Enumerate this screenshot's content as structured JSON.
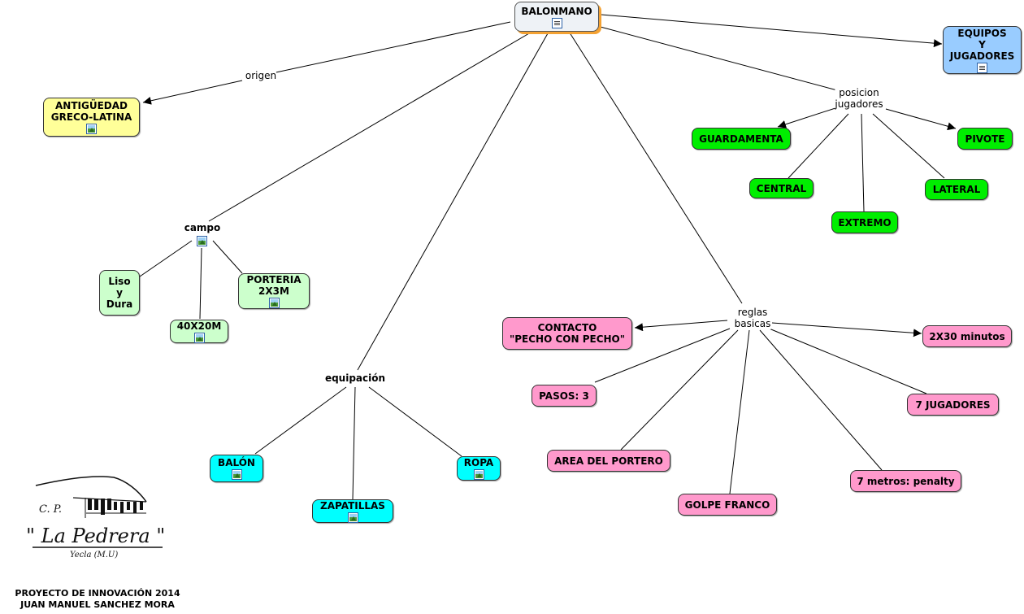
{
  "title": "BALONMANO",
  "colors": {
    "root": "#eef2f6",
    "yellow": "#ffff99",
    "blue": "#99ccff",
    "green": "#00ee00",
    "light_green": "#ccffcc",
    "cyan": "#00ffff",
    "pink": "#ff99cc",
    "root_shadow": "#f4a233"
  },
  "nodes": {
    "root": {
      "text": "BALONMANO",
      "icon": "document-icon"
    },
    "antiguedad": {
      "text": "ANTIGÜEDAD\nGRECO-LATINA",
      "icon": "image-icon"
    },
    "equipos": {
      "text": "EQUIPOS\nY\nJUGADORES",
      "icon": "document-icon"
    },
    "guardamenta": {
      "text": "GUARDAMENTA"
    },
    "pivote": {
      "text": "PIVOTE"
    },
    "central": {
      "text": "CENTRAL"
    },
    "lateral": {
      "text": "LATERAL"
    },
    "extremo": {
      "text": "EXTREMO"
    },
    "liso": {
      "text": "Liso\ny\nDura"
    },
    "porteria": {
      "text": "PORTERIA\n2X3M",
      "icon": "image-icon"
    },
    "m40x20": {
      "text": "40X20M",
      "icon": "image-icon"
    },
    "contacto": {
      "text": "CONTACTO\n\"PECHO CON PECHO\""
    },
    "minutos": {
      "text": "2X30 minutos"
    },
    "pasos": {
      "text": "PASOS: 3"
    },
    "jugadores7": {
      "text": "7 JUGADORES"
    },
    "area": {
      "text": "AREA DEL PORTERO"
    },
    "penalty": {
      "text": "7 metros: penalty"
    },
    "golpe": {
      "text": "GOLPE FRANCO"
    },
    "balon": {
      "text": "BALÓN",
      "icon": "image-icon"
    },
    "ropa": {
      "text": "ROPA",
      "icon": "image-icon"
    },
    "zapatillas": {
      "text": "ZAPATILLAS",
      "icon": "image-icon"
    }
  },
  "labels": {
    "origen": "origen",
    "posicion": "posicion\njugadores",
    "campo": "campo",
    "reglas": "reglas\nbasicas",
    "equipacion": "equipación"
  },
  "logo": {
    "cp": "C. P.",
    "name": "\" La Pedrera \"",
    "place": "Yecla (M.U)"
  },
  "credits": {
    "line1": "PROYECTO DE INNOVACIÓN 2014",
    "line2": "JUAN MANUEL SANCHEZ MORA"
  }
}
